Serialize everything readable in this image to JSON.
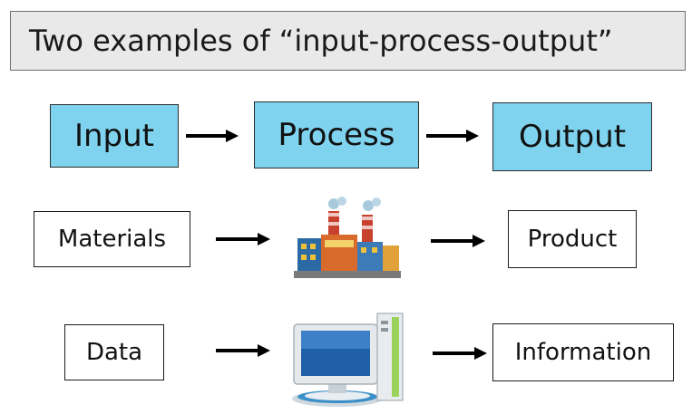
{
  "title": "Two examples of “input-process-output”",
  "header_row": {
    "input": "Input",
    "process": "Process",
    "output": "Output"
  },
  "example_1": {
    "input": "Materials",
    "process_icon": "factory-icon",
    "output": "Product"
  },
  "example_2": {
    "input": "Data",
    "process_icon": "computer-icon",
    "output": "Information"
  },
  "colors": {
    "title_bg": "#e9e9e9",
    "header_box": "#7fd3ee",
    "arrow": "#000000"
  }
}
